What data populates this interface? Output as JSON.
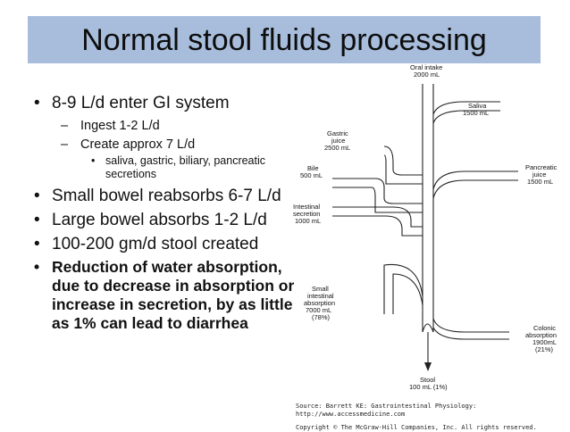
{
  "slide": {
    "title": "Normal stool fluids processing",
    "bullets": [
      {
        "text": "8-9 L/d enter GI system"
      },
      {
        "text": "Ingest 1-2 L/d"
      },
      {
        "text": "Create approx 7 L/d"
      },
      {
        "text": "saliva, gastric, biliary, pancreatic secretions"
      },
      {
        "text": "Small bowel reabsorbs 6-7 L/d"
      },
      {
        "text": "Large bowel absorbs 1-2 L/d"
      },
      {
        "text": "100-200 gm/d stool created"
      },
      {
        "text": "Reduction of water absorption, due to decrease in absorption or increase in secretion, by as little as 1% can lead to diarrhea"
      }
    ]
  },
  "diagram": {
    "oral": [
      "Oral intake",
      "2000 mL"
    ],
    "saliva": [
      "Saliva",
      "1500 mL"
    ],
    "gastric": [
      "Gastric",
      "juice",
      "2500 mL"
    ],
    "bile": [
      "Bile",
      "500 mL"
    ],
    "pancreatic": [
      "Pancreatic",
      "juice",
      "1500 mL"
    ],
    "intestinal": [
      "Intestinal",
      "secretion",
      "1000 mL"
    ],
    "small": [
      "Small",
      "intestinal",
      "absorption",
      "7000 mL",
      "(78%)"
    ],
    "colonic": [
      "Colonic",
      "absorption",
      "1900mL",
      "(21%)"
    ],
    "stool": [
      "Stool",
      "100 mL (1%)"
    ]
  },
  "source": {
    "line1": "Source: Barrett KE: Gastrointestinal Physiology:",
    "line2": "http://www.accessmedicine.com",
    "line3": "Copyright © The McGraw-Hill Companies, Inc. All rights reserved."
  }
}
